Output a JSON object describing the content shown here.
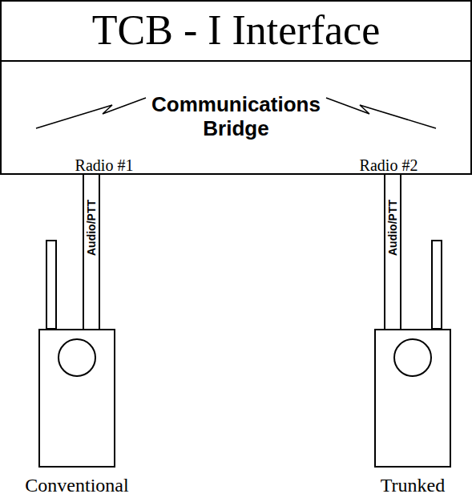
{
  "diagram": {
    "nodes": [
      {
        "text": [
          "TCB - I Interface"
        ]
      },
      {
        "text": [
          "Communications Bridge"
        ]
      },
      {
        "text": [
          "Conventional"
        ]
      },
      {
        "text": [
          "Trunked"
        ]
      }
    ],
    "edges": [
      {
        "from": 1,
        "to": 2,
        "label": "Audio/PTT",
        "arrow": "none"
      },
      {
        "from": 1,
        "to": 3,
        "label": "Audio/PTT",
        "arrow": "none"
      }
    ],
    "labels": [
      "Radio #1",
      "Radio #2"
    ]
  }
}
